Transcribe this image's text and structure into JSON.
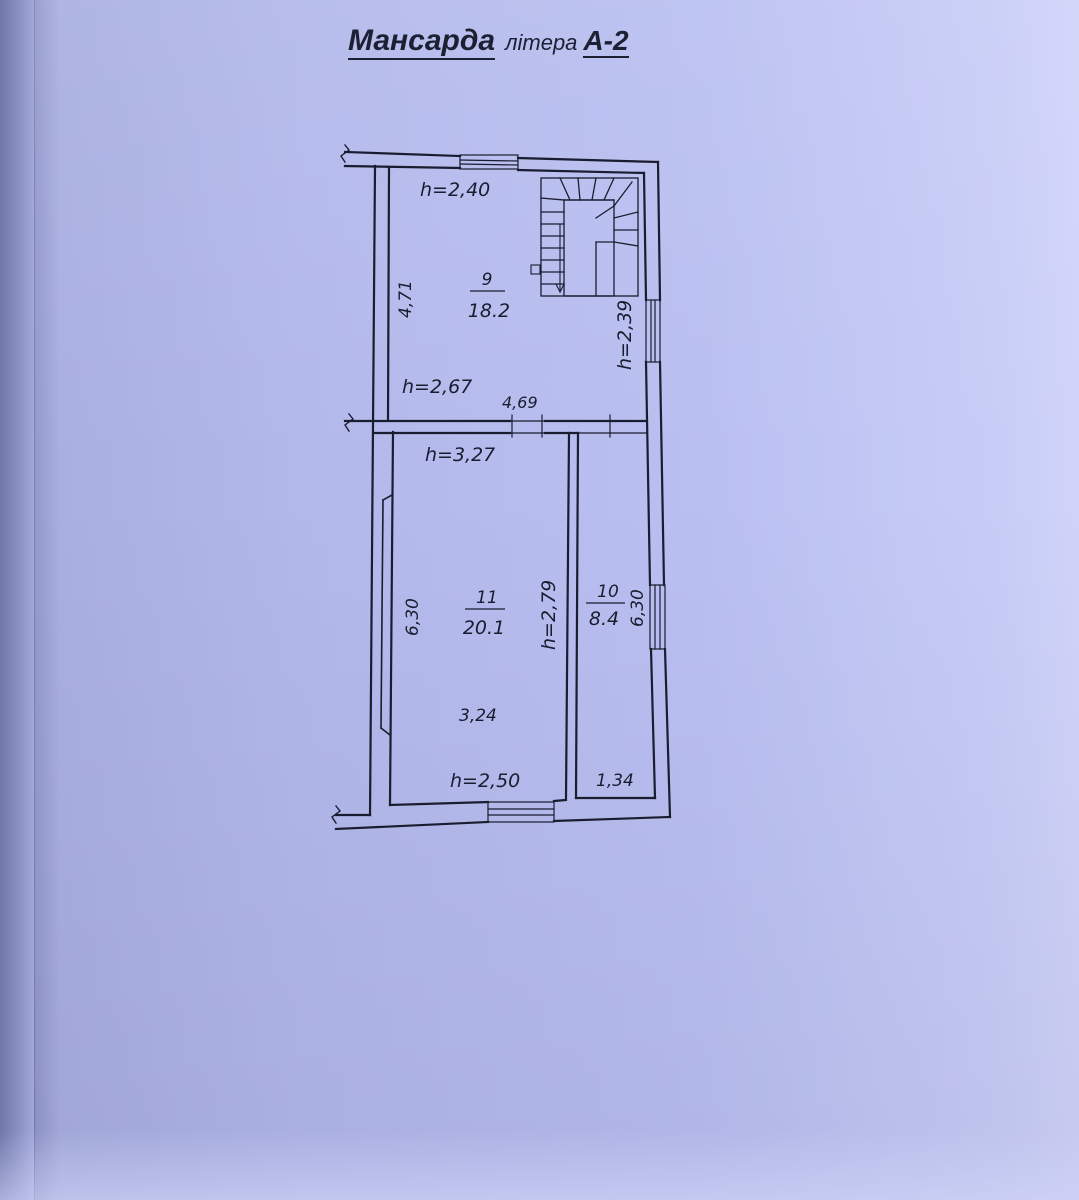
{
  "heading": {
    "main": "Мансарда",
    "sub": "літера",
    "letter": "А-2"
  },
  "rooms": [
    {
      "number": "9",
      "area": "18.2"
    },
    {
      "number": "11",
      "area": "20.1"
    },
    {
      "number": "10",
      "area": "8.4"
    }
  ],
  "heights": {
    "room9_top": "h=2,40",
    "room9_right": "h=2,39",
    "room9_bottom": "h=2,67",
    "room11_top": "h=3,27",
    "room11_right": "h=2,79",
    "room11_bottom": "h=2,50"
  },
  "dimensions": {
    "room9_left": "4,71",
    "room9_width": "4,69",
    "room11_left": "6,30",
    "room11_width": "3,24",
    "room10_right": "6,30",
    "room10_width": "1,34"
  },
  "colors": {
    "ink": "#1a1c30",
    "paper": "#b4baec"
  }
}
